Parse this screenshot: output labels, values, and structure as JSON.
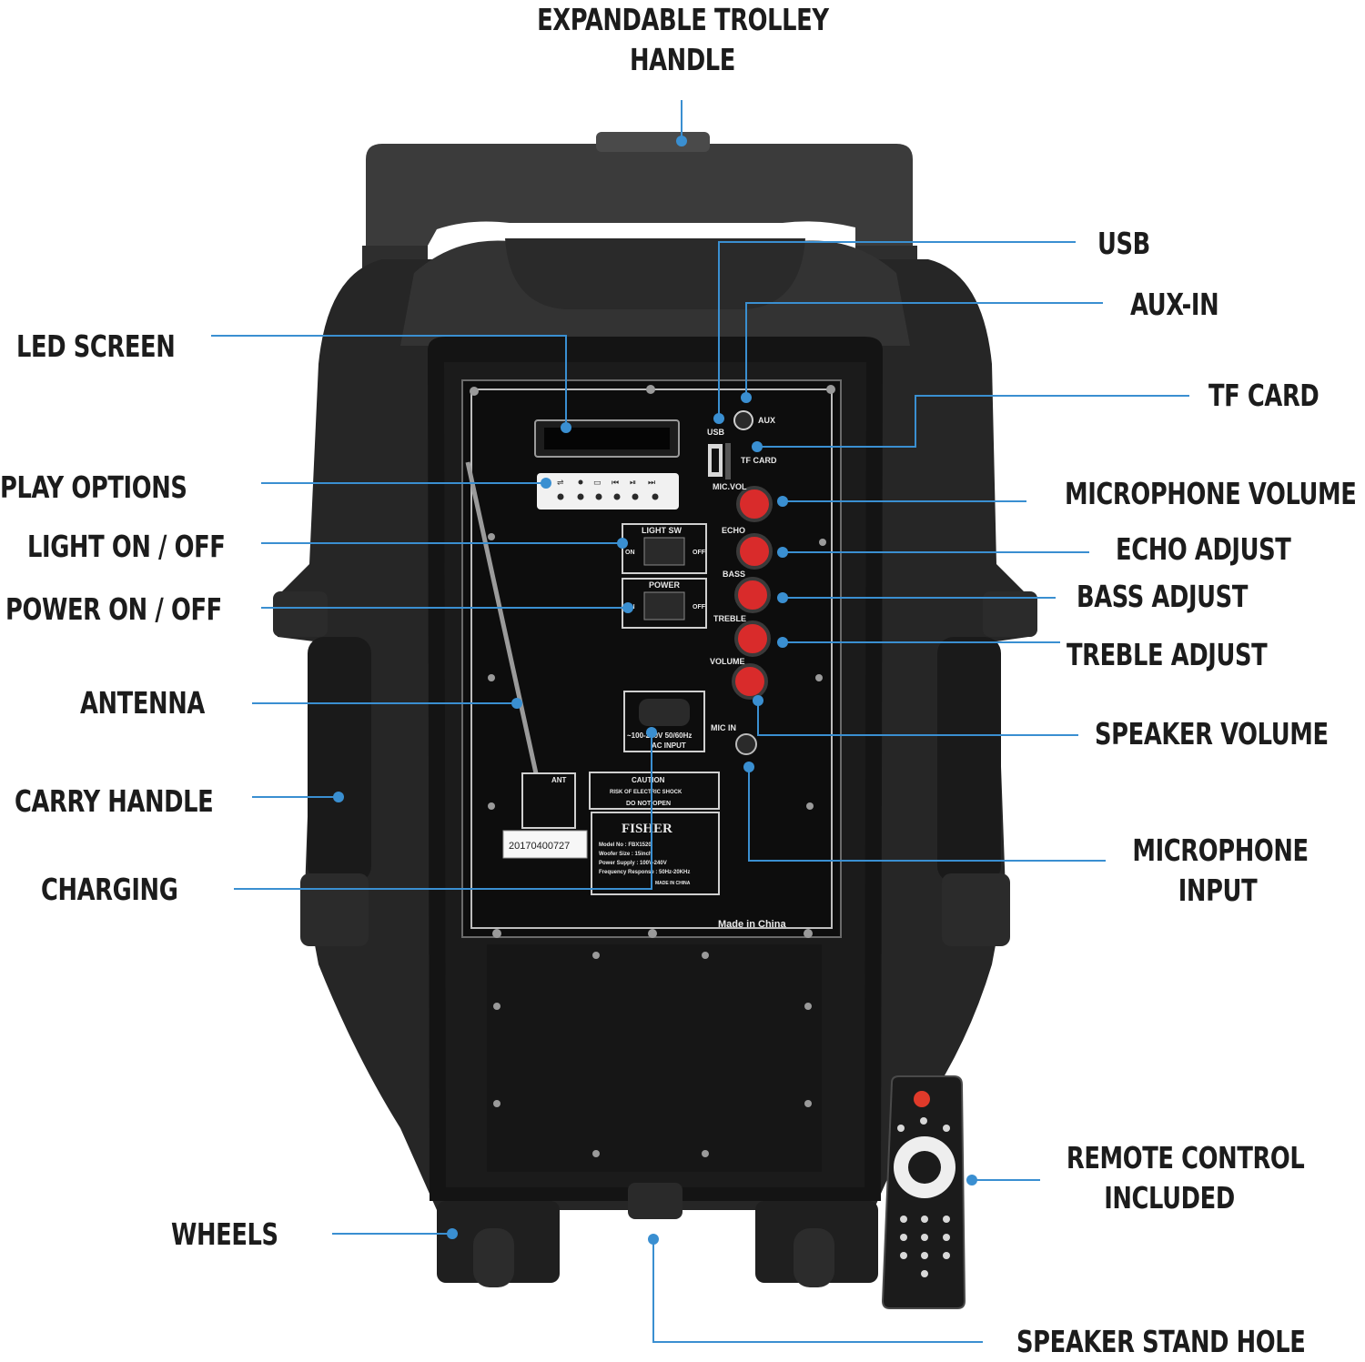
{
  "colors": {
    "accent": "#3a8fd1",
    "text": "#1c1c1c",
    "knob": "#d92b2b",
    "body": "#1f1f1f",
    "body_light": "#3a3a3a"
  },
  "callouts": {
    "trolley_handle_line1": "EXPANDABLE TROLLEY",
    "trolley_handle_line2": "HANDLE",
    "led_screen": "LED SCREEN",
    "play_options": "PLAY OPTIONS",
    "light_on_off": "LIGHT ON / OFF",
    "power_on_off": "POWER ON / OFF",
    "antenna": "ANTENNA",
    "carry_handle": "CARRY HANDLE",
    "charging": "CHARGING",
    "wheels": "WHEELS",
    "usb": "USB",
    "aux_in": "AUX-IN",
    "tf_card": "TF CARD",
    "microphone_volume": "MICROPHONE  VOLUME",
    "echo_adjust": "ECHO ADJUST",
    "bass_adjust": "BASS ADJUST",
    "treble_adjust": "TREBLE ADJUST",
    "speaker_volume": "SPEAKER VOLUME",
    "microphone_input_line1": "MICROPHONE",
    "microphone_input_line2": "INPUT",
    "remote_line1": "REMOTE CONTROL",
    "remote_line2": "INCLUDED",
    "stand_hole": "SPEAKER STAND HOLE"
  },
  "panel": {
    "usb": "USB",
    "aux": "AUX",
    "tf_card": "TF CARD",
    "mic_vol": "MIC.VOL",
    "echo": "ECHO",
    "bass": "BASS",
    "treble": "TREBLE",
    "volume": "VOLUME",
    "mic_in": "MIC IN",
    "light_sw": "LIGHT SW",
    "power": "POWER",
    "on": "ON",
    "off": "OFF",
    "ac_rating": "~100-240V 50/60Hz",
    "ac_input": "AC INPUT",
    "ant": "ANT",
    "caution": "CAUTION",
    "risk": "RISK OF ELECTRIC SHOCK",
    "do_not_open": "DO NOT OPEN",
    "brand": "FISHER",
    "serial": "20170400727",
    "model": "Model No : FBX1520",
    "woofer": "Woofer Size : 15inch",
    "power_supply": "Power Supply : 100V-240V",
    "freq": "Frequency Response : 50Hz-20KHz",
    "made_in_china_small": "MADE IN CHINA",
    "made_in_china": "Made in China"
  },
  "icons": [
    "trolley-handle-icon",
    "speaker-body-icon",
    "remote-control-icon",
    "knob-icon",
    "rocker-switch-icon"
  ]
}
